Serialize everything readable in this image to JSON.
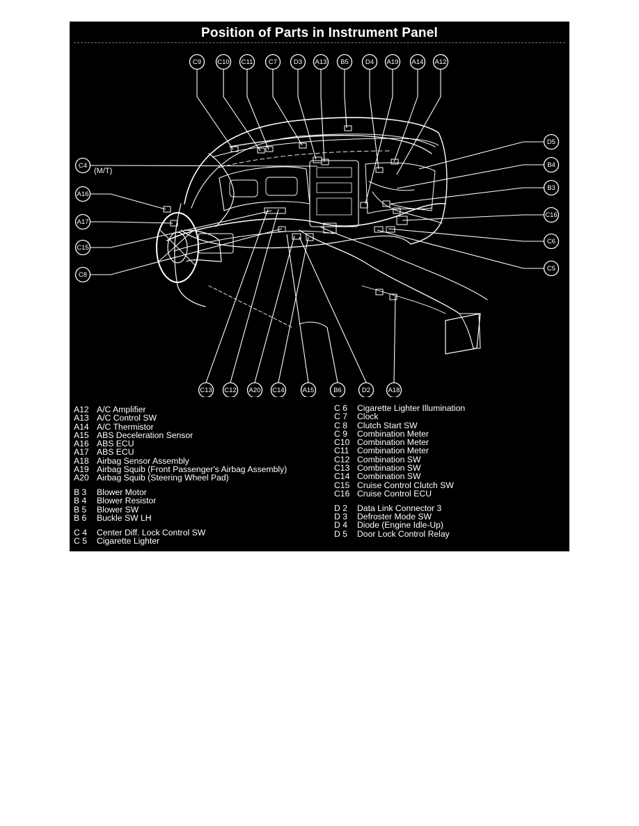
{
  "title": "Position of Parts in Instrument Panel",
  "note_mt": "(M/T)",
  "callouts": {
    "top": [
      "C9",
      "C10",
      "C11",
      "C7",
      "D3",
      "A13",
      "B5",
      "D4",
      "A19",
      "A14",
      "A12"
    ],
    "left": [
      "C4",
      "A16",
      "A17",
      "C15",
      "C8"
    ],
    "right": [
      "D5",
      "B4",
      "B3",
      "C16",
      "C6",
      "C5"
    ],
    "bottom": [
      "C13",
      "C12",
      "A20",
      "C14",
      "A15",
      "B6",
      "D2",
      "A18"
    ]
  },
  "legend": {
    "left": [
      [
        {
          "code": "A12",
          "name": "A/C Amplifier"
        },
        {
          "code": "A13",
          "name": "A/C Control SW"
        },
        {
          "code": "A14",
          "name": "A/C Thermistor"
        },
        {
          "code": "A15",
          "name": "ABS Deceleration Sensor"
        },
        {
          "code": "A16",
          "name": "ABS ECU"
        },
        {
          "code": "A17",
          "name": "ABS ECU"
        },
        {
          "code": "A18",
          "name": "Airbag Sensor Assembly"
        },
        {
          "code": "A19",
          "name": "Airbag Squib (Front Passenger's Airbag Assembly)"
        },
        {
          "code": "A20",
          "name": "Airbag Squib (Steering Wheel Pad)"
        }
      ],
      [
        {
          "code": "B 3",
          "name": "Blower Motor"
        },
        {
          "code": "B 4",
          "name": "Blower Resistor"
        },
        {
          "code": "B 5",
          "name": "Blower SW"
        },
        {
          "code": "B 6",
          "name": "Buckle SW LH"
        }
      ],
      [
        {
          "code": "C 4",
          "name": "Center Diff. Lock Control SW"
        },
        {
          "code": "C 5",
          "name": "Cigarette Lighter"
        }
      ]
    ],
    "right": [
      [
        {
          "code": "C 6",
          "name": "Cigarette Lighter Illumination"
        },
        {
          "code": "C 7",
          "name": "Clock"
        },
        {
          "code": "C 8",
          "name": "Clutch Start SW"
        },
        {
          "code": "C 9",
          "name": "Combination Meter"
        },
        {
          "code": "C10",
          "name": "Combination Meter"
        },
        {
          "code": "C11",
          "name": "Combination Meter"
        },
        {
          "code": "C12",
          "name": "Combination SW"
        },
        {
          "code": "C13",
          "name": "Combination SW"
        },
        {
          "code": "C14",
          "name": "Combination SW"
        },
        {
          "code": "C15",
          "name": "Cruise Control Clutch SW"
        },
        {
          "code": "C16",
          "name": "Cruise Control ECU"
        }
      ],
      [
        {
          "code": "D 2",
          "name": "Data Link Connector 3"
        },
        {
          "code": "D 3",
          "name": "Defroster Mode SW"
        },
        {
          "code": "D 4",
          "name": "Diode (Engine Idle-Up)"
        },
        {
          "code": "D 5",
          "name": "Door Lock Control Relay"
        }
      ]
    ]
  },
  "colors": {
    "background": "#000000",
    "ink": "#ffffff"
  }
}
